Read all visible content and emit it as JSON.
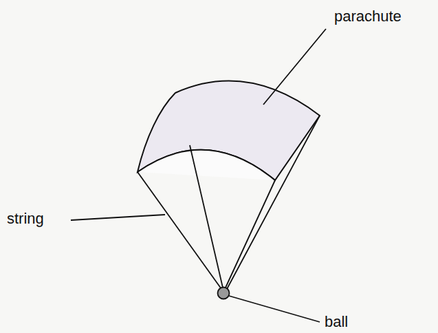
{
  "diagram": {
    "labels": [
      "parachute",
      "string",
      "ball"
    ]
  }
}
